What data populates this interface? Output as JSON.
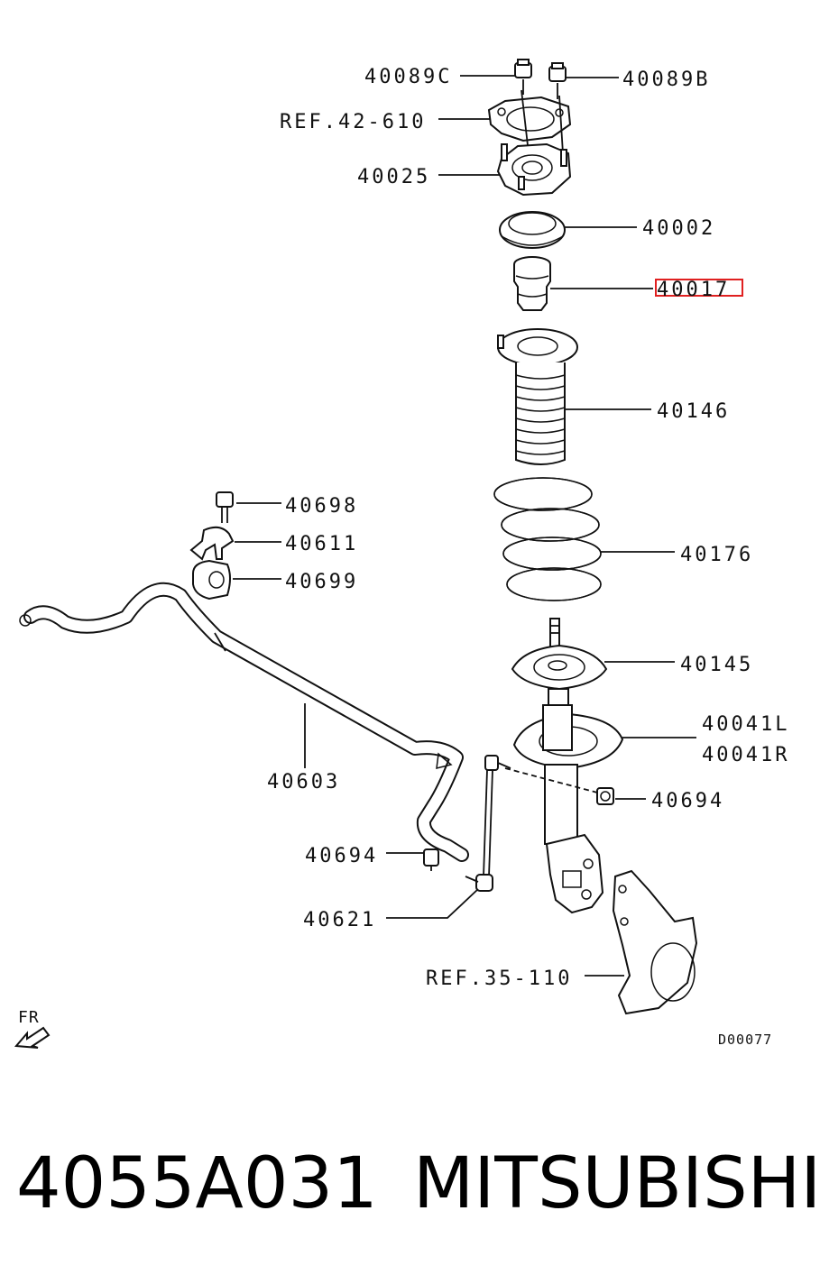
{
  "labels": {
    "nut_c": "40089C",
    "nut_b": "40089B",
    "ref_top": "REF.42-610",
    "mount": "40025",
    "seat": "40002",
    "bump_stop": "40017",
    "boot": "40146",
    "spring": "40176",
    "spring_seat": "40145",
    "strut_l": "40041L",
    "strut_r": "40041R",
    "nut_right": "40694",
    "bolt": "40698",
    "bracket": "40611",
    "bushing": "40699",
    "stabilizer": "40603",
    "nut_left": "40694",
    "link": "40621",
    "ref_knuckle": "REF.35-110",
    "front": "FR",
    "drawing_id": "D00077"
  },
  "highlight": {
    "part": "40017",
    "color": "#e02020"
  },
  "caption": {
    "part_number": "4055A031",
    "brand": "MITSUBISHI"
  }
}
